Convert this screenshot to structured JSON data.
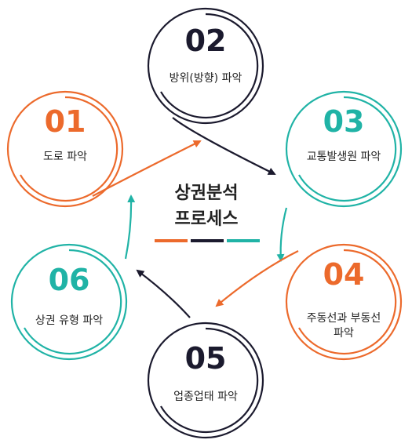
{
  "colors": {
    "orange": "#ec6a2c",
    "navy": "#1b1a2e",
    "teal": "#20b3a6",
    "text": "#222222"
  },
  "center": {
    "title_line1": "상권분석",
    "title_line2": "프로세스"
  },
  "steps": [
    {
      "num": "01",
      "label_lines": [
        "도로 파악"
      ],
      "color": "orange"
    },
    {
      "num": "02",
      "label_lines": [
        "방위(방향) 파악"
      ],
      "color": "navy"
    },
    {
      "num": "03",
      "label_lines": [
        "교통발생원 파악"
      ],
      "color": "teal"
    },
    {
      "num": "04",
      "label_lines": [
        "주동선과 부동선",
        "파악"
      ],
      "color": "orange"
    },
    {
      "num": "05",
      "label_lines": [
        "업종업태 파악"
      ],
      "color": "navy"
    },
    {
      "num": "06",
      "label_lines": [
        "상권 유형 파악"
      ],
      "color": "teal"
    }
  ]
}
